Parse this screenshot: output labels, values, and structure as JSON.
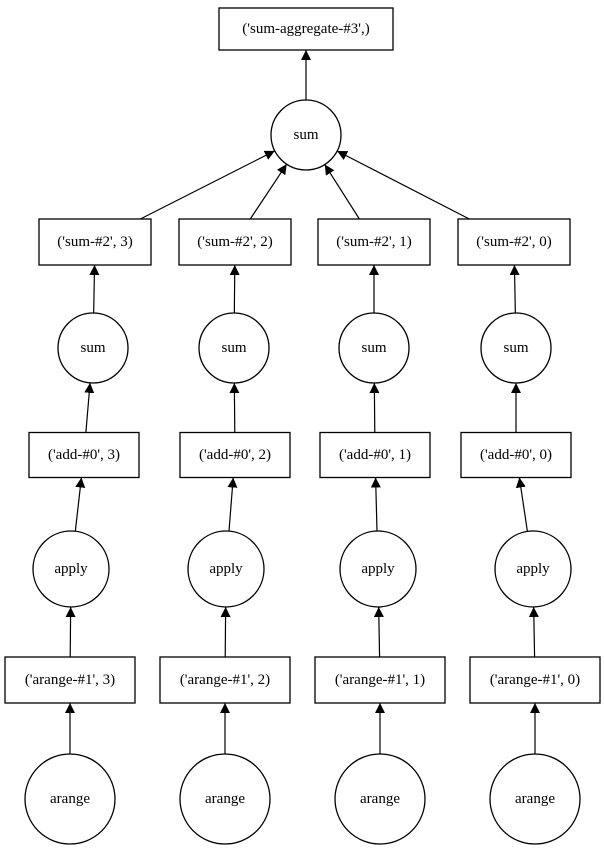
{
  "graph": {
    "nodes": [
      {
        "id": "sum_aggregate",
        "shape": "box",
        "label": "('sum-aggregate-#3',)"
      },
      {
        "id": "sum_root",
        "shape": "circle",
        "label": "sum"
      },
      {
        "id": "sum2_3",
        "shape": "box",
        "label": "('sum-#2', 3)"
      },
      {
        "id": "sum2_2",
        "shape": "box",
        "label": "('sum-#2', 2)"
      },
      {
        "id": "sum2_1",
        "shape": "box",
        "label": "('sum-#2', 1)"
      },
      {
        "id": "sum2_0",
        "shape": "box",
        "label": "('sum-#2', 0)"
      },
      {
        "id": "sum_3",
        "shape": "circle",
        "label": "sum"
      },
      {
        "id": "sum_2",
        "shape": "circle",
        "label": "sum"
      },
      {
        "id": "sum_1",
        "shape": "circle",
        "label": "sum"
      },
      {
        "id": "sum_0",
        "shape": "circle",
        "label": "sum"
      },
      {
        "id": "add0_3",
        "shape": "box",
        "label": "('add-#0', 3)"
      },
      {
        "id": "add0_2",
        "shape": "box",
        "label": "('add-#0', 2)"
      },
      {
        "id": "add0_1",
        "shape": "box",
        "label": "('add-#0', 1)"
      },
      {
        "id": "add0_0",
        "shape": "box",
        "label": "('add-#0', 0)"
      },
      {
        "id": "apply_3",
        "shape": "circle",
        "label": "apply"
      },
      {
        "id": "apply_2",
        "shape": "circle",
        "label": "apply"
      },
      {
        "id": "apply_1",
        "shape": "circle",
        "label": "apply"
      },
      {
        "id": "apply_0",
        "shape": "circle",
        "label": "apply"
      },
      {
        "id": "arange1_3",
        "shape": "box",
        "label": "('arange-#1', 3)"
      },
      {
        "id": "arange1_2",
        "shape": "box",
        "label": "('arange-#1', 2)"
      },
      {
        "id": "arange1_1",
        "shape": "box",
        "label": "('arange-#1', 1)"
      },
      {
        "id": "arange1_0",
        "shape": "box",
        "label": "('arange-#1', 0)"
      },
      {
        "id": "arange_3",
        "shape": "circle",
        "label": "arange"
      },
      {
        "id": "arange_2",
        "shape": "circle",
        "label": "arange"
      },
      {
        "id": "arange_1",
        "shape": "circle",
        "label": "arange"
      },
      {
        "id": "arange_0",
        "shape": "circle",
        "label": "arange"
      }
    ],
    "edges": [
      {
        "from": "sum_root",
        "to": "sum_aggregate"
      },
      {
        "from": "sum2_3",
        "to": "sum_root"
      },
      {
        "from": "sum2_2",
        "to": "sum_root"
      },
      {
        "from": "sum2_1",
        "to": "sum_root"
      },
      {
        "from": "sum2_0",
        "to": "sum_root"
      },
      {
        "from": "sum_3",
        "to": "sum2_3"
      },
      {
        "from": "sum_2",
        "to": "sum2_2"
      },
      {
        "from": "sum_1",
        "to": "sum2_1"
      },
      {
        "from": "sum_0",
        "to": "sum2_0"
      },
      {
        "from": "add0_3",
        "to": "sum_3"
      },
      {
        "from": "add0_2",
        "to": "sum_2"
      },
      {
        "from": "add0_1",
        "to": "sum_1"
      },
      {
        "from": "add0_0",
        "to": "sum_0"
      },
      {
        "from": "apply_3",
        "to": "add0_3"
      },
      {
        "from": "apply_2",
        "to": "add0_2"
      },
      {
        "from": "apply_1",
        "to": "add0_1"
      },
      {
        "from": "apply_0",
        "to": "add0_0"
      },
      {
        "from": "arange1_3",
        "to": "apply_3"
      },
      {
        "from": "arange1_2",
        "to": "apply_2"
      },
      {
        "from": "arange1_1",
        "to": "apply_1"
      },
      {
        "from": "arange1_0",
        "to": "apply_0"
      },
      {
        "from": "arange_3",
        "to": "arange1_3"
      },
      {
        "from": "arange_2",
        "to": "arange1_2"
      },
      {
        "from": "arange_1",
        "to": "arange1_1"
      },
      {
        "from": "arange_0",
        "to": "arange1_0"
      }
    ]
  }
}
